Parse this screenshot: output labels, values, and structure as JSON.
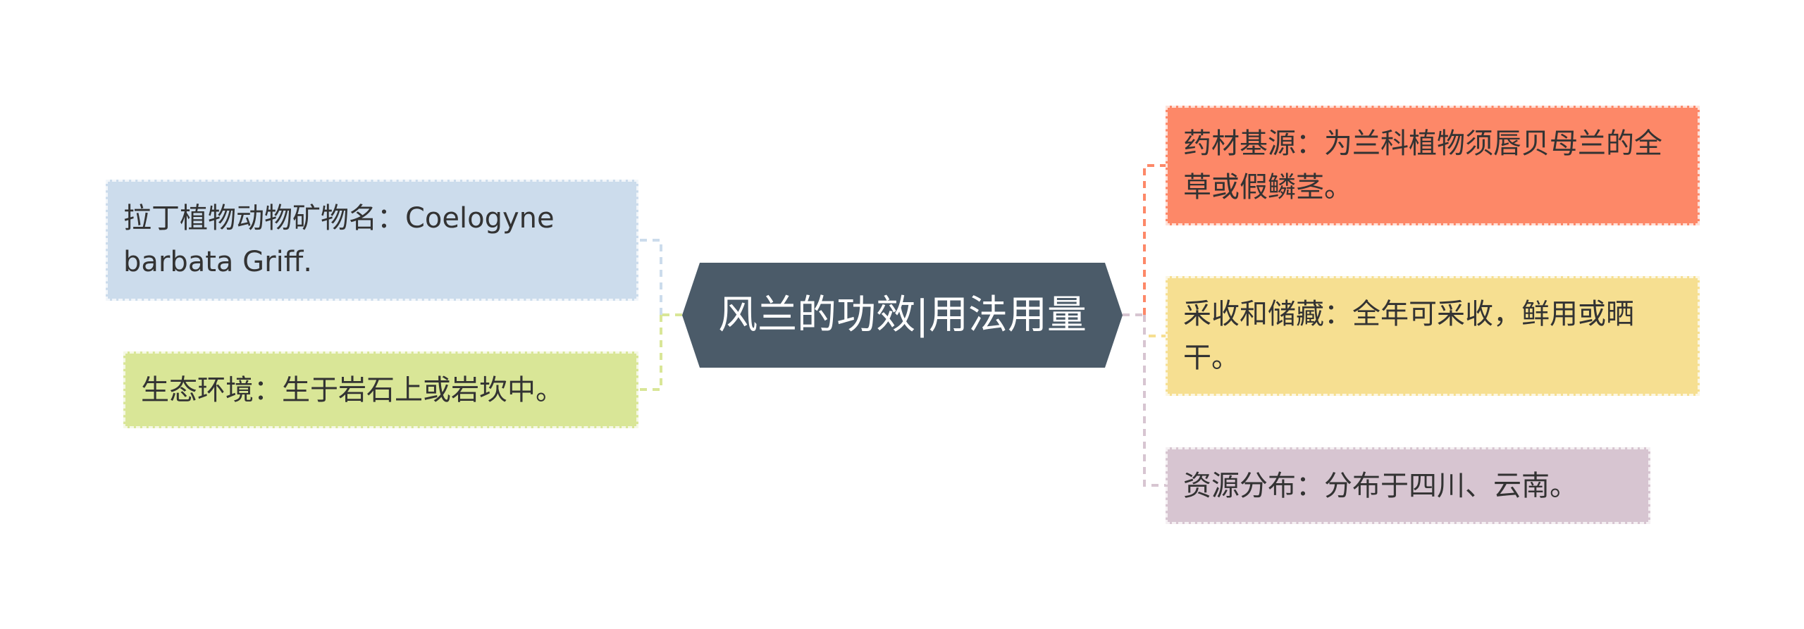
{
  "central_topic": "风兰的功效|用法用量",
  "left_topics": [
    {
      "text": "拉丁植物动物矿物名：Coelogyne barbata Griff.",
      "color": "#ccdcec"
    },
    {
      "text": "生态环境：生于岩石上或岩坎中。",
      "color": "#d9e697"
    }
  ],
  "right_topics": [
    {
      "text": "药材基源：为兰科植物须唇贝母兰的全草或假鳞茎。",
      "color": "#fd8868"
    },
    {
      "text": "采收和储藏：全年可采收，鲜用或晒干。",
      "color": "#f6df91"
    },
    {
      "text": "资源分布：分布于四川、云南。",
      "color": "#d7c5d1"
    }
  ],
  "central_color": "#4b5b69"
}
